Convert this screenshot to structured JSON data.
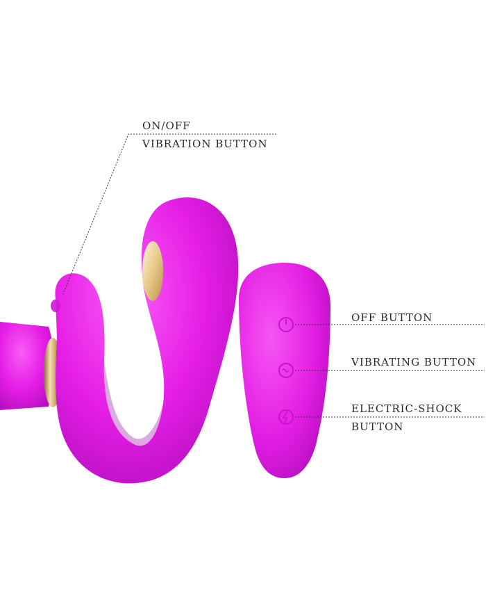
{
  "labels": {
    "onoff_line1": "ON/OFF",
    "onoff_line2": "VIBRATION BUTTON",
    "off_button": "OFF BUTTON",
    "vibrating_button": "VIBRATING BUTTON",
    "shock_line1": "ELECTRIC-SHOCK",
    "shock_line2": "BUTTON"
  },
  "colors": {
    "product": "#e61ee6",
    "product_shadow": "#b80fc2",
    "gold": "#e8c98a",
    "leader_line": "#333333",
    "background": "#ffffff"
  },
  "icons": {
    "off": "power-icon",
    "vibrate": "vibration-icon",
    "shock": "lightning-icon"
  }
}
